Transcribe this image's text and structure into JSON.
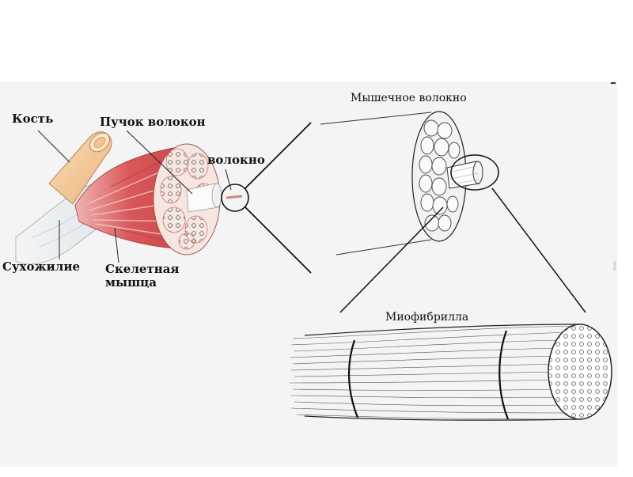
{
  "labels": {
    "bone": "Кость",
    "fiber_bundle": "Пучок волокон",
    "fiber": "волокно",
    "tendon": "Сухожилие",
    "skeletal_muscle_line1": "Скелетная",
    "skeletal_muscle_line2": "мышца",
    "muscle_fiber": "Мышечное волокно",
    "myofibril": "Миофибрилла"
  },
  "colors": {
    "bone": "#f2c291",
    "muscle": "#d9585a",
    "muscle_light": "#eea2a2",
    "tendon": "#e8eef1",
    "outline": "#222222",
    "background_shade": "#eeeeee"
  }
}
